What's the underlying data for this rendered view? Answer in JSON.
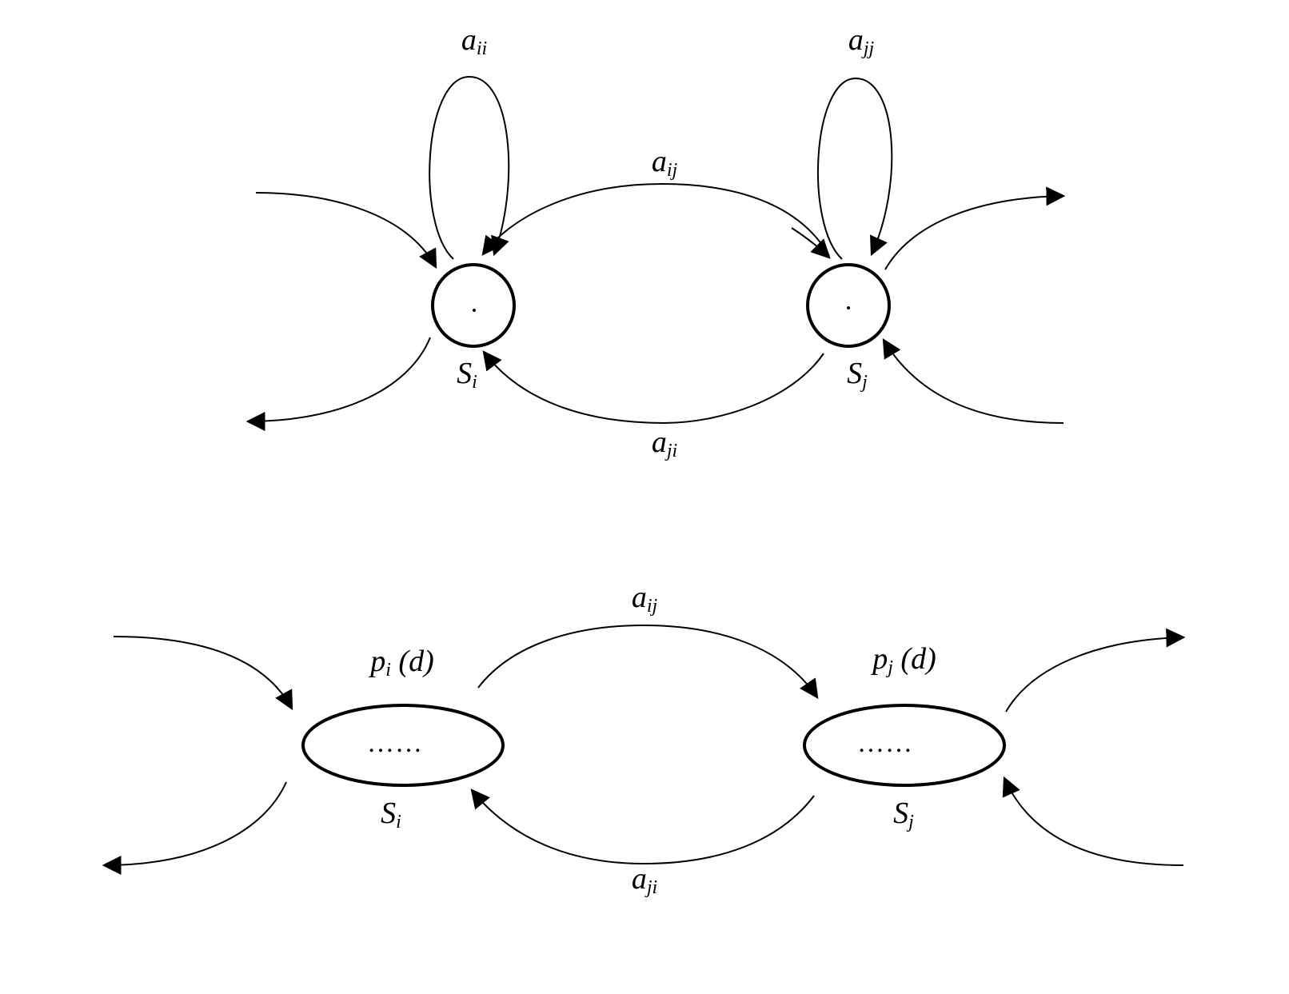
{
  "top_diagram": {
    "state_i": {
      "name": "S",
      "sub": "i"
    },
    "state_j": {
      "name": "S",
      "sub": "j"
    },
    "self_loop_i": {
      "name": "a",
      "sub": "ii"
    },
    "self_loop_j": {
      "name": "a",
      "sub": "jj"
    },
    "transition_ij": {
      "name": "a",
      "sub": "ij"
    },
    "transition_ji": {
      "name": "a",
      "sub": "ji"
    }
  },
  "bottom_diagram": {
    "state_i": {
      "name": "S",
      "sub": "i",
      "duration": "p",
      "duration_sub": "i",
      "duration_arg": " (d)",
      "content": "……"
    },
    "state_j": {
      "name": "S",
      "sub": "j",
      "duration": "p",
      "duration_sub": "j",
      "duration_arg": " (d)",
      "content": "……"
    },
    "transition_ij": {
      "name": "a",
      "sub": "ij"
    },
    "transition_ji": {
      "name": "a",
      "sub": "ji"
    }
  }
}
